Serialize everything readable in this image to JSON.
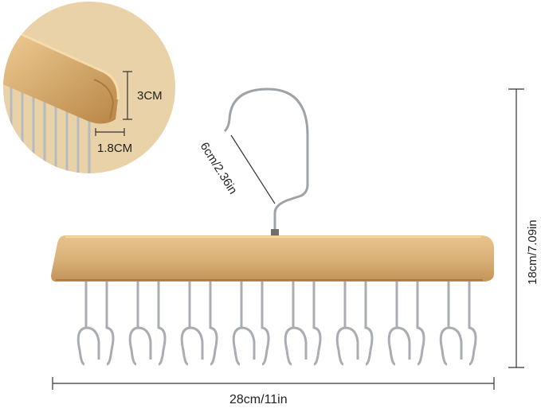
{
  "inset": {
    "height_label": "3CM",
    "thickness_label": "1.8CM"
  },
  "hook_label": "6cm/2.36in",
  "height_label": "18cm/7.09in",
  "width_label": "28cm/11in",
  "colors": {
    "wood": "#d9b27a",
    "wood_dark": "#b88950",
    "metal": "#a9adb2",
    "inset_bg": "#ead2a8",
    "dimension_line": "#333333"
  },
  "hook_count": 8
}
